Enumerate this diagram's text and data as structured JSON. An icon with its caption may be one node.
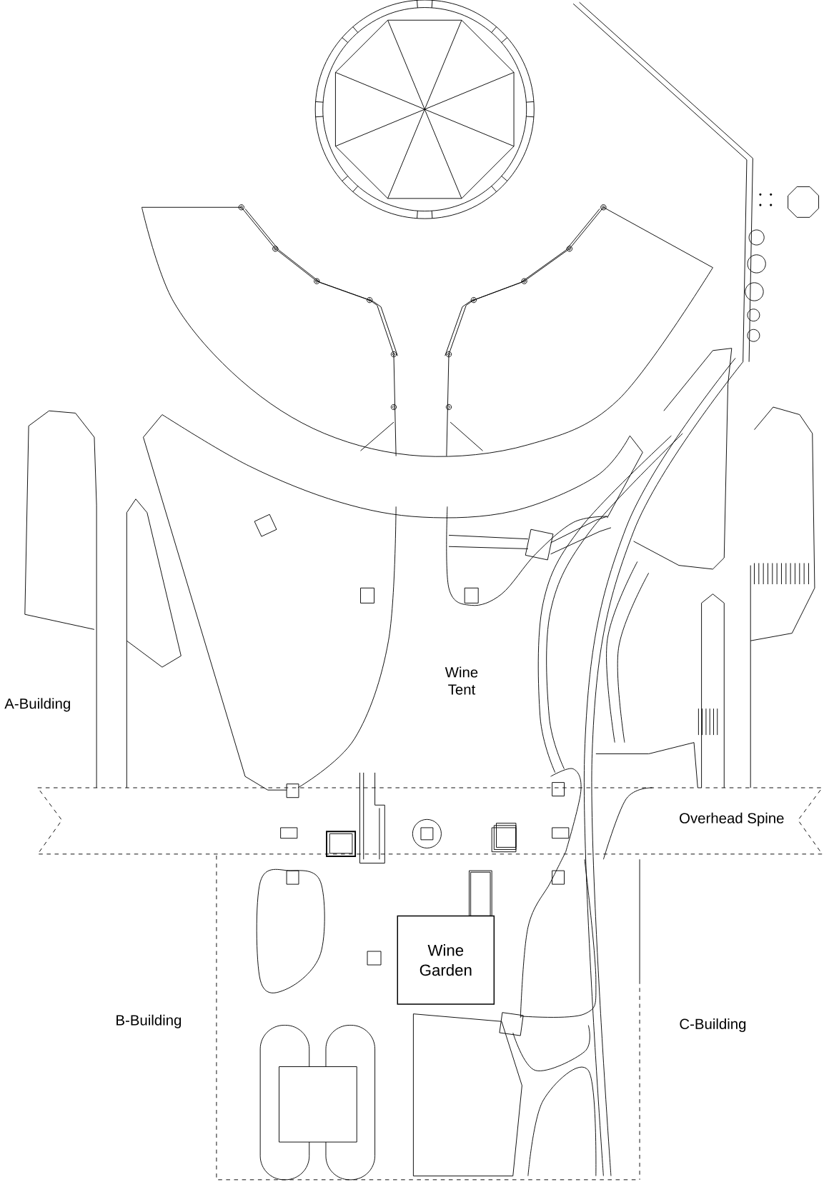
{
  "diagram": {
    "nodes": [
      {
        "text": [
          "Overhead Spine"
        ]
      },
      {
        "text": [
          "Wine Garden"
        ]
      }
    ],
    "labels": [
      "Wine Tent",
      "A-Building",
      "B-Building",
      "C-Building"
    ]
  }
}
